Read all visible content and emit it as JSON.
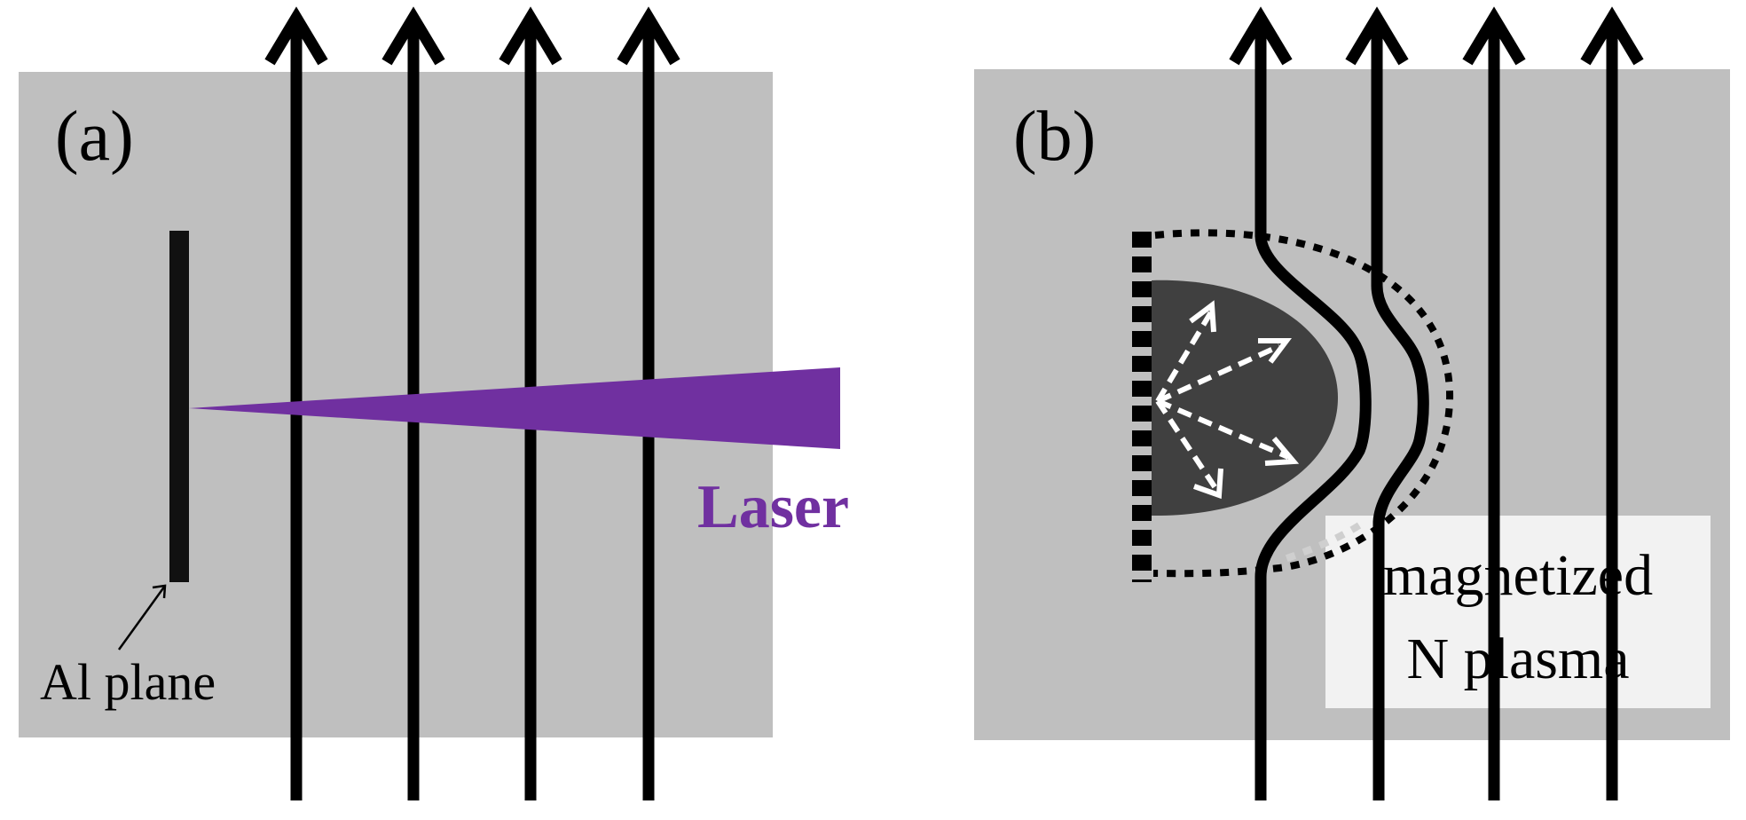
{
  "panel_a": {
    "label": "(a)",
    "target_label": "Al plane",
    "beam_label": "Laser"
  },
  "panel_b": {
    "label": "(b)",
    "medium_label_line1": "magnetized",
    "medium_label_line2": "N plasma"
  },
  "colors": {
    "background_box": "#bfbfbf",
    "field_line": "#000000",
    "laser": "#7030a0",
    "plasma_blob": "#404040",
    "text_box": "#f2f2f2",
    "arrow_dashed": "#ffffff"
  },
  "icons": {
    "field_line": "up-arrow-icon",
    "expansion_arrows": "dashed-arrow-icon"
  }
}
